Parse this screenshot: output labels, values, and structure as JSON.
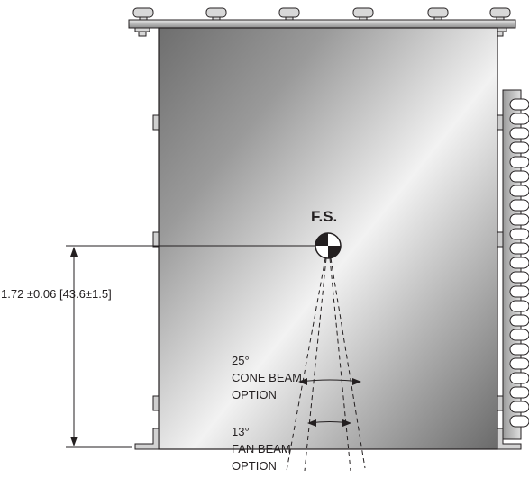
{
  "focal_spot": {
    "label": "F.S."
  },
  "dimension": {
    "label": "1.72 ±0.06 [43.6±1.5]"
  },
  "cone_beam": {
    "angle": "25°",
    "line1": "CONE BEAM",
    "line2": "OPTION"
  },
  "fan_beam": {
    "angle": "13°",
    "line1": "FAN BEAM",
    "line2": "OPTION"
  },
  "colors": {
    "line": "#231f20",
    "metal_light": "#f4f4f4",
    "metal_dark": "#6d6d6d"
  }
}
